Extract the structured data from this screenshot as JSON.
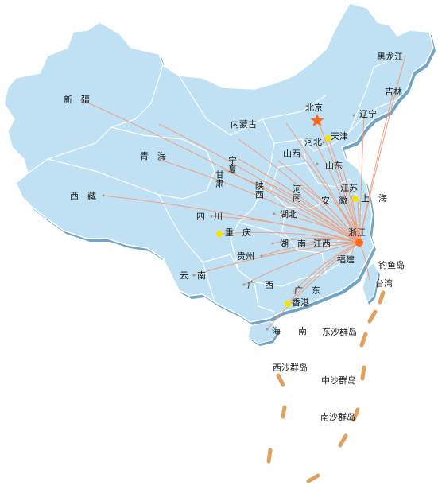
{
  "map": {
    "capital": "北京",
    "hub": "浙江",
    "regions": [
      {
        "id": "heilongjiang",
        "label": "黑龙江"
      },
      {
        "id": "jilin",
        "label": "吉林"
      },
      {
        "id": "liaoning",
        "label": "辽宁"
      },
      {
        "id": "xinjiang",
        "label": "新　疆"
      },
      {
        "id": "neimenggu",
        "label": "内蒙古"
      },
      {
        "id": "beijing",
        "label": "北京"
      },
      {
        "id": "tianjin",
        "label": "天津"
      },
      {
        "id": "hebei",
        "label": "河北"
      },
      {
        "id": "shanxi",
        "label": "山西"
      },
      {
        "id": "shandong",
        "label": "山东"
      },
      {
        "id": "qinghai",
        "label": "青　海"
      },
      {
        "id": "ningxia",
        "label": "宁夏"
      },
      {
        "id": "gansu",
        "label": "甘肃"
      },
      {
        "id": "shaanxi",
        "label": "陕西"
      },
      {
        "id": "henan",
        "label": "河南"
      },
      {
        "id": "jiangsu",
        "label": "江苏"
      },
      {
        "id": "xizang",
        "label": "西　藏"
      },
      {
        "id": "anhui",
        "label": "安　徽"
      },
      {
        "id": "shanghai",
        "label": "上　海"
      },
      {
        "id": "sichuan",
        "label": "四　川"
      },
      {
        "id": "hubei",
        "label": "湖北"
      },
      {
        "id": "zhejiang",
        "label": "浙江"
      },
      {
        "id": "chongqing",
        "label": "重　庆"
      },
      {
        "id": "hunan",
        "label": "湖　南"
      },
      {
        "id": "jiangxi",
        "label": "江西"
      },
      {
        "id": "guizhou",
        "label": "贵州"
      },
      {
        "id": "fujian",
        "label": "福建"
      },
      {
        "id": "diaoyudao",
        "label": "钓鱼岛"
      },
      {
        "id": "yunnan",
        "label": "云　南"
      },
      {
        "id": "taiwan",
        "label": "台湾"
      },
      {
        "id": "guangxi",
        "label": "广　西"
      },
      {
        "id": "guangdong",
        "label": "广　东"
      },
      {
        "id": "xianggang",
        "label": "香港"
      },
      {
        "id": "hainan",
        "label": "海　　南"
      },
      {
        "id": "dongsha",
        "label": "东沙群岛"
      },
      {
        "id": "xisha",
        "label": "西沙群岛"
      },
      {
        "id": "zhongsha",
        "label": "中沙群岛"
      },
      {
        "id": "nansha",
        "label": "南沙群岛"
      }
    ],
    "colors": {
      "land": "#bfe1f3",
      "border": "#ffffff",
      "shadow": "#6fa3c8",
      "route": "#f0a080",
      "hub_marker": "#ff6a1a",
      "city_marker": "#f2e600",
      "capital_marker": "#ff6a1a",
      "boundary_dash": "#e0a060",
      "text": "#1a1a1a"
    },
    "icons": {
      "capital": "star-icon",
      "city": "dot-icon",
      "hub": "hub-dot-icon"
    }
  }
}
